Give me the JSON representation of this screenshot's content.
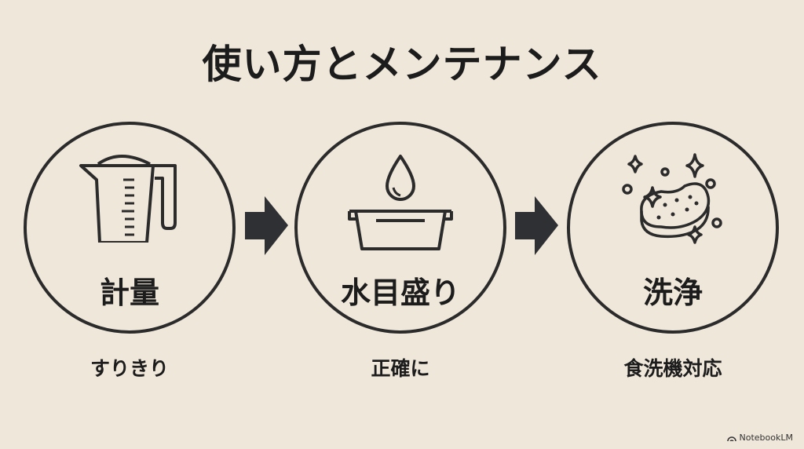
{
  "title": "使い方とメンテナンス",
  "steps": [
    {
      "label": "計量",
      "caption": "すりきり",
      "icon": "measuring-cup-icon"
    },
    {
      "label": "水目盛り",
      "caption": "正確に",
      "icon": "water-drop-bowl-icon"
    },
    {
      "label": "洗浄",
      "caption": "食洗機対応",
      "icon": "sparkling-sponge-icon"
    }
  ],
  "brand": "NotebookLM",
  "colors": {
    "background": "#efe7da",
    "stroke": "#2b2b2b"
  }
}
